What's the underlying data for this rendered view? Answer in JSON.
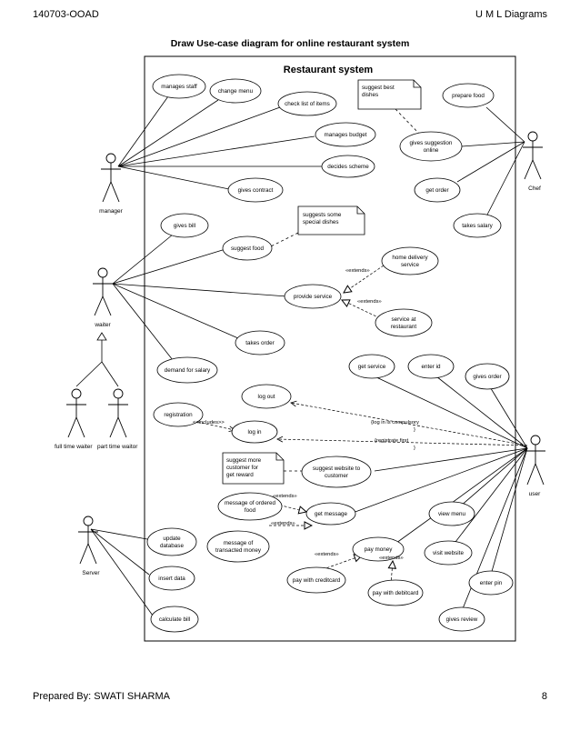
{
  "page": {
    "header_left": "140703-OOAD",
    "header_right": "U M L Diagrams",
    "title": "Draw Use-case diagram for online restaurant system",
    "footer_left": "Prepared By: SWATI SHARMA",
    "footer_right": "8"
  },
  "system": {
    "name": "Restaurant system"
  },
  "actors": {
    "manager": "manager",
    "chef": "Chef",
    "waiter": "waiter",
    "full_time": "full time waiter",
    "part_time": "part time waitor",
    "user": "user",
    "server": "Server"
  },
  "usecases": {
    "manages_staff": "manages staff",
    "change_menu": "change menu",
    "check_list": "check list of items",
    "manages_budget": "manages budget",
    "decides_scheme": "decides scheme",
    "gives_contract": "gives contract",
    "prepare_food": "prepare food",
    "gives_suggestion_l1": "gives suggestion",
    "gives_suggestion_l2": "online",
    "get_order": "get order",
    "takes_salary": "takes salary",
    "gives_bill": "gives bill",
    "suggest_food": "suggest food",
    "home_delivery_l1": "home delivery",
    "home_delivery_l2": "service",
    "provide_service": "provide service",
    "service_at_l1": "service at",
    "service_at_l2": "restaurant",
    "takes_order": "takes order",
    "demand_salary": "demand for salary",
    "get_service": "get service",
    "enter_id": "enter id",
    "gives_order": "gives order",
    "log_out": "log out",
    "registration": "registration",
    "log_in": "log in",
    "suggest_website_l1": "suggest website to",
    "suggest_website_l2": "customer",
    "message_ordered_l1": "message of ordered",
    "message_ordered_l2": "food",
    "get_message": "get message",
    "message_transacted_l1": "message of",
    "message_transacted_l2": "transacted money",
    "view_menu": "view menu",
    "pay_money": "pay money",
    "visit_website": "visit website",
    "pay_creditcard": "pay with creditcard",
    "pay_debitcard": "pay with debitcard",
    "enter_pin": "enter pin",
    "gives_review": "gives review",
    "update_db_l1": "update",
    "update_db_l2": "database",
    "insert_data": "insert data",
    "calculate_bill": "calculate bill"
  },
  "notes": {
    "suggest_best_l1": "suggest best",
    "suggest_best_l2": "dishes",
    "suggests_special_l1": "suggests some",
    "suggests_special_l2": "special dishes",
    "suggest_more_l1": "suggest more",
    "suggest_more_l2": "customer for",
    "suggest_more_l3": "get reward"
  },
  "labels": {
    "extends": "«extends»",
    "includes": "<<includes>>",
    "login_compulsory_l1": "{log in is compulsory",
    "login_compulsory_l2": "}",
    "registrate_l1": "{registrate first",
    "registrate_l2": "}"
  }
}
